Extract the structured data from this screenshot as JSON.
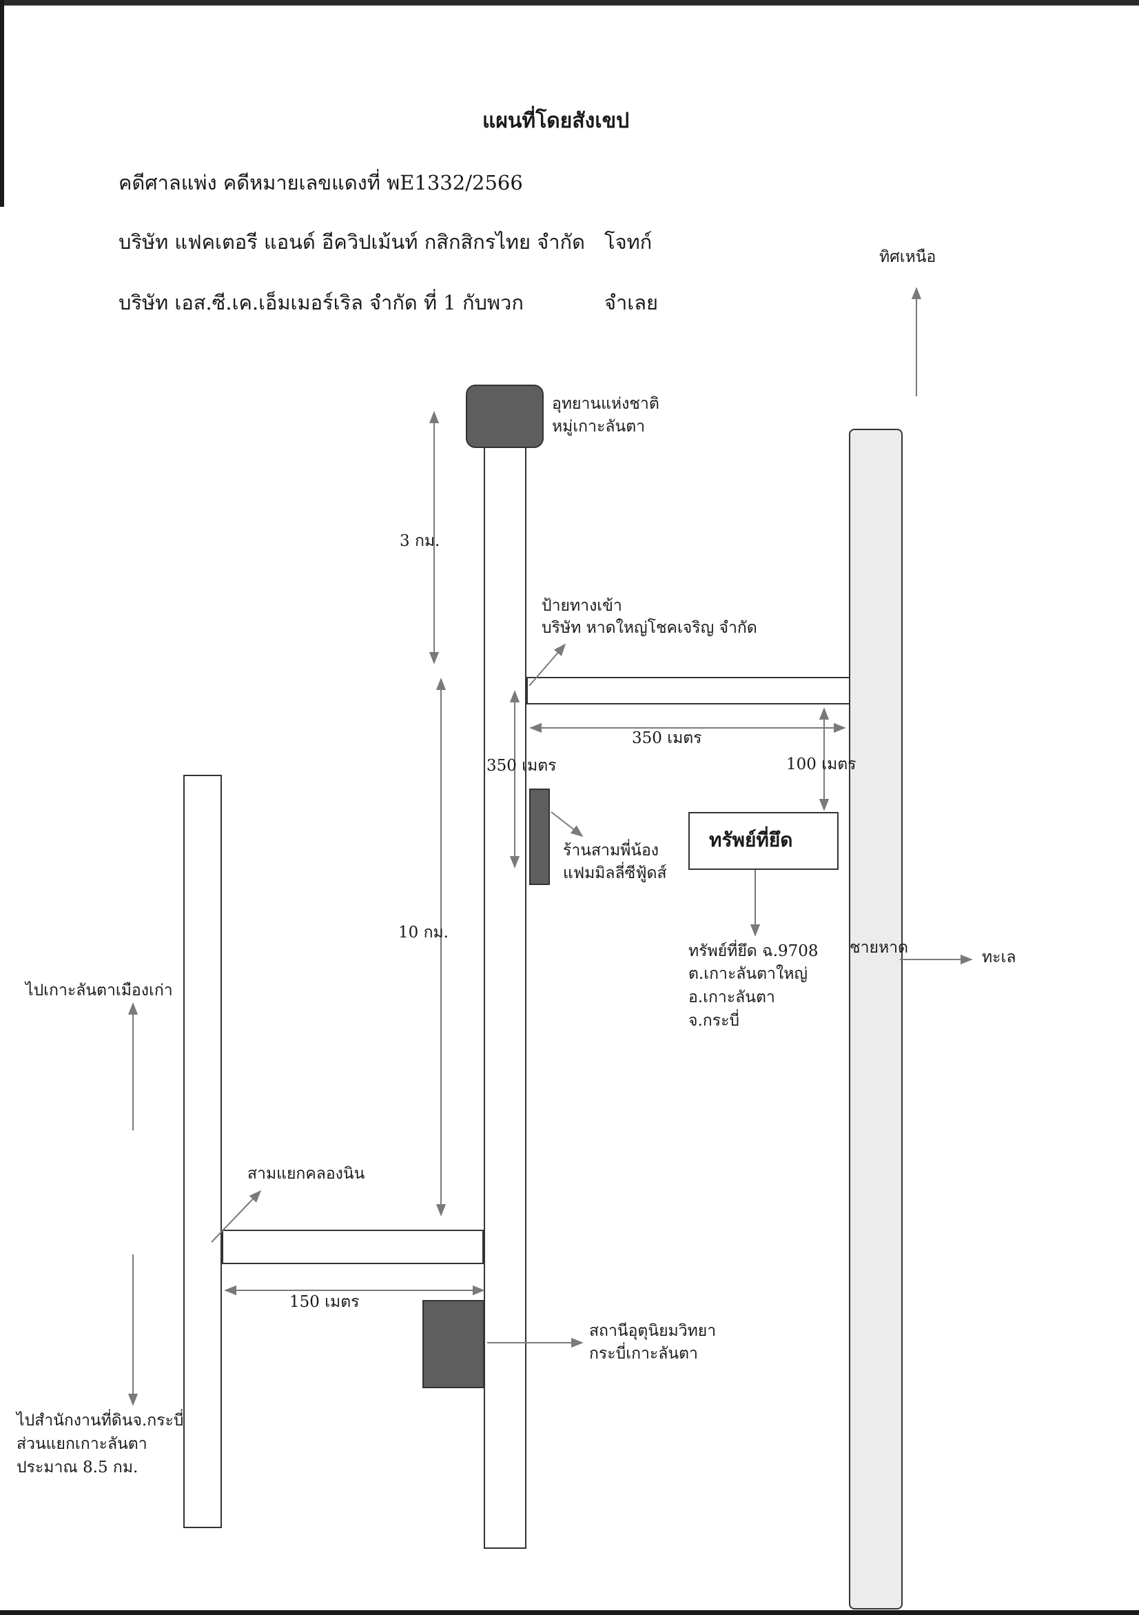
{
  "title": "แผนที่โดยสังเขป",
  "header": {
    "case": "คดีศาลแพ่ง คดีหมายเลขแดงที่ พE1332/2566",
    "plaintiff_name": "บริษัท แฟคเตอรี แอนด์ อีควิปเม้นท์ กสิกสิกรไทย จำกัด",
    "plaintiff_role": "โจทก์",
    "defendant_name": "บริษัท เอส.ซี.เค.เอ็มเมอร์เริล จำกัด ที่ 1 กับพวก",
    "defendant_role": "จำเลย"
  },
  "north": "ทิศเหนือ",
  "places": {
    "national_park_1": "อุทยานแห่งชาติ",
    "national_park_2": "หมู่เกาะลันตา",
    "entrance_sign_1": "ป้ายทางเข้า",
    "entrance_sign_2": "บริษัท หาดใหญ่โชคเจริญ จำกัด",
    "shop_1": "ร้านสามพี่น้อง",
    "shop_2": "แฟมมิลลี่ซีฟู้ดส์",
    "property_box": "ทรัพย์ที่ยึด",
    "property_1": "ทรัพย์ที่ยึด ฉ.9708",
    "property_2": "ต.เกาะลันตาใหญ่",
    "property_3": "อ.เกาะลันตา",
    "property_4": "จ.กระบี่",
    "beach": "ชายหาด",
    "sea": "ทะเล",
    "to_old_town": "ไปเกาะลันตาเมืองเก่า",
    "junction": "สามแยกคลองนิน",
    "station_1": "สถานีอุตุนิยมวิทยา",
    "station_2": "กระบี่เกาะลันตา",
    "to_land_office_1": "ไปสำนักงานที่ดินจ.กระบี่",
    "to_land_office_2": "ส่วนแยกเกาะลันตา",
    "to_land_office_3": "ประมาณ 8.5 กม."
  },
  "distances": {
    "d3km": "3 กม.",
    "d10km": "10 กม.",
    "d350_h": "350 เมตร",
    "d350_v": "350 เมตร",
    "d100": "100 เมตร",
    "d150": "150 เมตร"
  },
  "colors": {
    "landmark": "#5e5e5e",
    "beach": "#ececec",
    "arrow": "#7a7a7a"
  }
}
